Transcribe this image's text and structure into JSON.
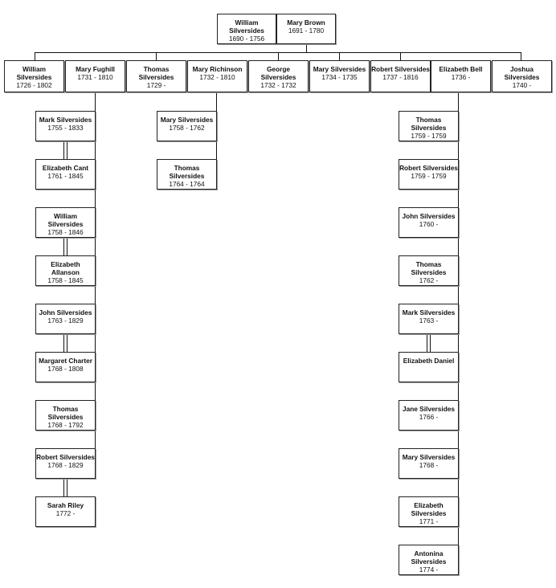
{
  "root": [
    {
      "name": "William Silversides",
      "dates": "1690 - 1756"
    },
    {
      "name": "Mary Brown",
      "dates": "1691 - 1780"
    }
  ],
  "children": [
    {
      "name": "William Silversides",
      "dates": "1726 - 1802"
    },
    {
      "name": "Mary Fughill",
      "dates": "1731 - 1810"
    },
    {
      "name": "Thomas Silversides",
      "dates": "1729 -"
    },
    {
      "name": "Mary Richinson",
      "dates": "1732 - 1810"
    },
    {
      "name": "George Silversides",
      "dates": "1732 - 1732"
    },
    {
      "name": "Mary Silversides",
      "dates": "1734 - 1735"
    },
    {
      "name": "Robert Silversides",
      "dates": "1737 - 1816"
    },
    {
      "name": "Elizabeth Bell",
      "dates": "1736 -"
    },
    {
      "name": "Joshua Silversides",
      "dates": "1740 -"
    }
  ],
  "branch_left": [
    {
      "name": "Mark Silversides",
      "dates": "1755 - 1833"
    },
    {
      "name": "Elizabeth Cant",
      "dates": "1761 - 1845"
    },
    {
      "name": "William Silversides",
      "dates": "1758 - 1846"
    },
    {
      "name": "Elizabeth Allanson",
      "dates": "1758 - 1845"
    },
    {
      "name": "John Silversides",
      "dates": "1763 - 1829"
    },
    {
      "name": "Margaret Charter",
      "dates": "1768 - 1808"
    },
    {
      "name": "Thomas Silversides",
      "dates": "1768 - 1792"
    },
    {
      "name": "Robert Silversides",
      "dates": "1768 - 1829"
    },
    {
      "name": "Sarah Riley",
      "dates": "1772 -"
    }
  ],
  "branch_middle": [
    {
      "name": "Mary Silversides",
      "dates": "1758 - 1762"
    },
    {
      "name": "Thomas Silversides",
      "dates": "1764 - 1764"
    }
  ],
  "branch_right": [
    {
      "name": "Thomas Silversides",
      "dates": "1759 - 1759"
    },
    {
      "name": "Robert Silversides",
      "dates": "1759 - 1759"
    },
    {
      "name": "John Silversides",
      "dates": "1760 -"
    },
    {
      "name": "Thomas Silversides",
      "dates": "1762 -"
    },
    {
      "name": "Mark Silversides",
      "dates": "1763 -"
    },
    {
      "name": "Elizabeth Daniel",
      "dates": ""
    },
    {
      "name": "Jane Silversides",
      "dates": "1766 -"
    },
    {
      "name": "Mary Silversides",
      "dates": "1768 -"
    },
    {
      "name": "Elizabeth Silversides",
      "dates": "1771 -"
    },
    {
      "name": "Antonina Silversides",
      "dates": "1774 -"
    }
  ]
}
